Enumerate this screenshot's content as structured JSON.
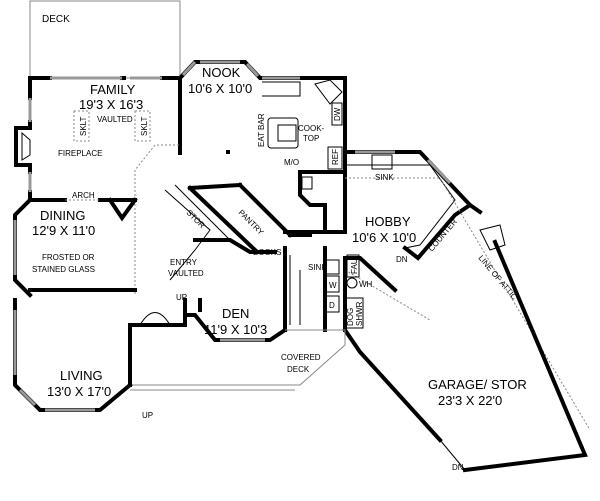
{
  "rooms": {
    "deck": "DECK",
    "family": {
      "name": "FAMILY",
      "size": "19'3 X 16'3",
      "note": "VAULTED",
      "skylight": "SKLT",
      "fireplace": "FIREPLACE"
    },
    "arch": "ARCH",
    "dining": {
      "name": "DINING",
      "size": "12'9 X 11'0",
      "note1": "FROSTED OR",
      "note2": "STAINED GLASS"
    },
    "nook": {
      "name": "NOOK",
      "size": "10'6 X 10'0"
    },
    "kitchen": {
      "eat_bar": "EAT BAR",
      "cooktop1": "COOK-",
      "cooktop2": "TOP",
      "dw": "DW",
      "ref": "REF",
      "mo": "M/O"
    },
    "entry": {
      "name": "ENTRY",
      "note": "VAULTED"
    },
    "stor": "STOR",
    "pantry": "PANTRY",
    "books": "BOOKS",
    "hobby": {
      "name": "HOBBY",
      "size": "10'6 X 10'0",
      "sink": "SINK",
      "counter": "COUNTER",
      "dn": "DN"
    },
    "laundry": {
      "sink": "SINK",
      "fau": "FAU",
      "w": "W",
      "d": "D",
      "wh": "WH",
      "dog1": "DOG",
      "dog2": "SHWR"
    },
    "den": {
      "name": "DEN",
      "size": "11'9 X 10'3",
      "up": "UP"
    },
    "covered_deck": {
      "line1": "COVERED",
      "line2": "DECK"
    },
    "living": {
      "name": "LIVING",
      "size": "13'0 X 17'0",
      "up": "UP"
    },
    "garage": {
      "name": "GARAGE/ STOR",
      "size": "23'3 X 22'0",
      "attic": "LINE OF ATTIC",
      "dn": "DN"
    }
  }
}
